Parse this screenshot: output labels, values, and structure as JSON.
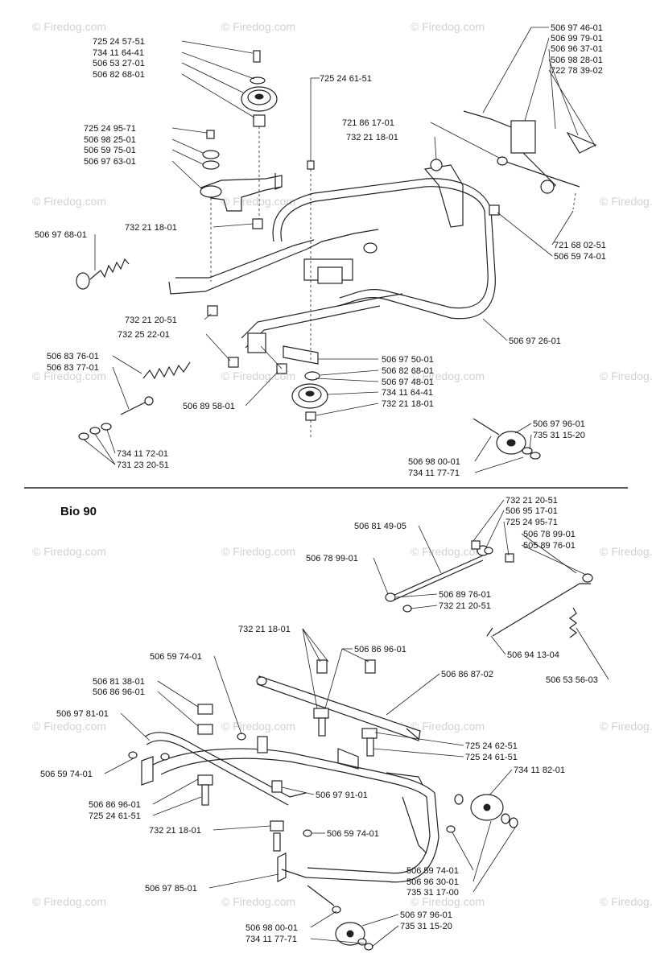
{
  "watermark": "© Firedog.com",
  "section_title": "Bio 90",
  "top_labels": [
    "725 24 57-51",
    "734 11 64-41",
    "506 53 27-01",
    "506 82 68-01",
    "725 24 95-71",
    "506 98 25-01",
    "506 59 75-01",
    "506 97 63-01",
    "732 21 18-01",
    "506 97 68-01",
    "725 24 61-51",
    "721 86 17-01",
    "732 21 18-01",
    "506 97 46-01",
    "506 99 79-01",
    "506 96 37-01",
    "506 98 28-01",
    "722 78 39-02",
    "721 68 02-51",
    "506 59 74-01",
    "732 21 20-51",
    "732 25 22-01",
    "506 97 26-01",
    "506 83 76-01",
    "506 83 77-01",
    "506 97 50-01",
    "506 82 68-01",
    "506 97 48-01",
    "734 11 64-41",
    "732 21 18-01",
    "506 89 58-01",
    "506 97 96-01",
    "735 31 15-20",
    "506 98 00-01",
    "734 11 77-71",
    "734 11 72-01",
    "731 23 20-51"
  ],
  "bottom_labels": [
    "732 21 20-51",
    "506 95 17-01",
    "725 24 95-71",
    "506 81 49-05",
    "506 78 99-01",
    "506 78 99-01",
    "505 89 76-01",
    "506 89 76-01",
    "732 21 20-51",
    "506 94 13-04",
    "506 53 56-03",
    "732 21 18-01",
    "506 59 74-01",
    "506 86 96-01",
    "506 86 87-02",
    "506 81 38-01",
    "506 86 96-01",
    "506 97 81-01",
    "725 24 62-51",
    "725 24 61-51",
    "734 11 82-01",
    "506 59 74-01",
    "506 97 91-01",
    "506 86 96-01",
    "725 24 61-51",
    "732 21 18-01",
    "506 59 74-01",
    "506 59 74-01",
    "506 96 30-01",
    "735 31 17-00",
    "506 97 85-01",
    "506 98 00-01",
    "506 97 96-01",
    "735 31 15-20",
    "734 11 77-71"
  ]
}
